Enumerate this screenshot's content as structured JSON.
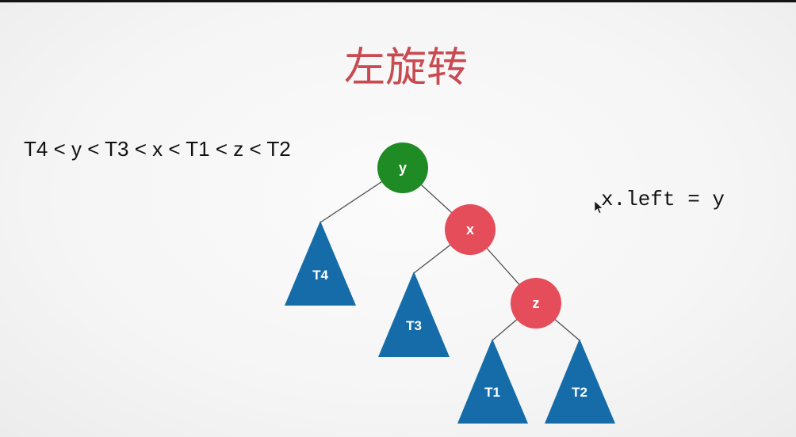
{
  "slide": {
    "title": "左旋转",
    "ordering": "T4 < y < T3 < x < T1 < z < T2",
    "code": "x.left = y"
  },
  "tree": {
    "nodes": [
      {
        "label": "y",
        "color": "#1f8b24"
      },
      {
        "label": "x",
        "color": "#e44d59"
      },
      {
        "label": "z",
        "color": "#e44d59"
      }
    ],
    "subtrees": [
      {
        "label": "T4"
      },
      {
        "label": "T3"
      },
      {
        "label": "T1"
      },
      {
        "label": "T2"
      }
    ],
    "subtree_color": "#166ca8"
  },
  "colors": {
    "title": "#c94a50",
    "text": "#111111",
    "edge": "#4e4e4e"
  },
  "icons": {
    "cursor": "mouse-cursor-icon"
  }
}
